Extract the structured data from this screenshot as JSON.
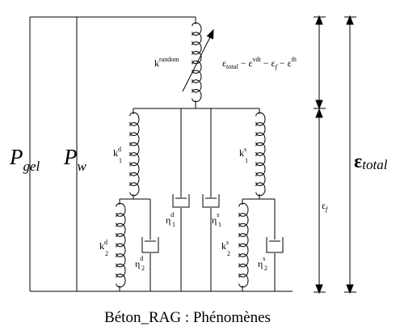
{
  "labels": {
    "k_random": "k",
    "k_random_sup": "random",
    "strain_eq_eps_total": "ε",
    "strain_eq_total_sub": "total",
    "strain_eq_minus1": " − ε",
    "strain_eq_vdt_sup": "vdt",
    "strain_eq_minus2": " − ε",
    "strain_eq_f_sub": "f",
    "strain_eq_minus3": " − ε",
    "strain_eq_th_sup": "th",
    "k1d": "k",
    "k1d_sup": "d",
    "k1d_sub": "1",
    "k1s": "k",
    "k1s_sup": "s",
    "k1s_sub": "1",
    "k2d": "k",
    "k2d_sup": "d",
    "k2d_sub": "2",
    "k2s": "k",
    "k2s_sup": "s",
    "k2s_sub": "2",
    "eta1d": "η",
    "eta1d_sup": "d",
    "eta1d_sub": "1",
    "eta1s": "η",
    "eta1s_sup": "s",
    "eta1s_sub": "1",
    "eta2d": "η",
    "eta2d_sup": "d",
    "eta2d_sub": "2",
    "eta2s": "η",
    "eta2s_sup": "s",
    "eta2s_sub": "2",
    "p_gel": "P",
    "p_gel_sub": "gel",
    "p_w": "P",
    "p_w_sub": "w",
    "eps_f": "ε",
    "eps_f_sub": "f",
    "eps_total": "ε",
    "eps_total_sub": "total",
    "caption": "Béton_RAG : Phénomènes"
  },
  "colors": {
    "line": "#000000",
    "background": "#ffffff"
  }
}
